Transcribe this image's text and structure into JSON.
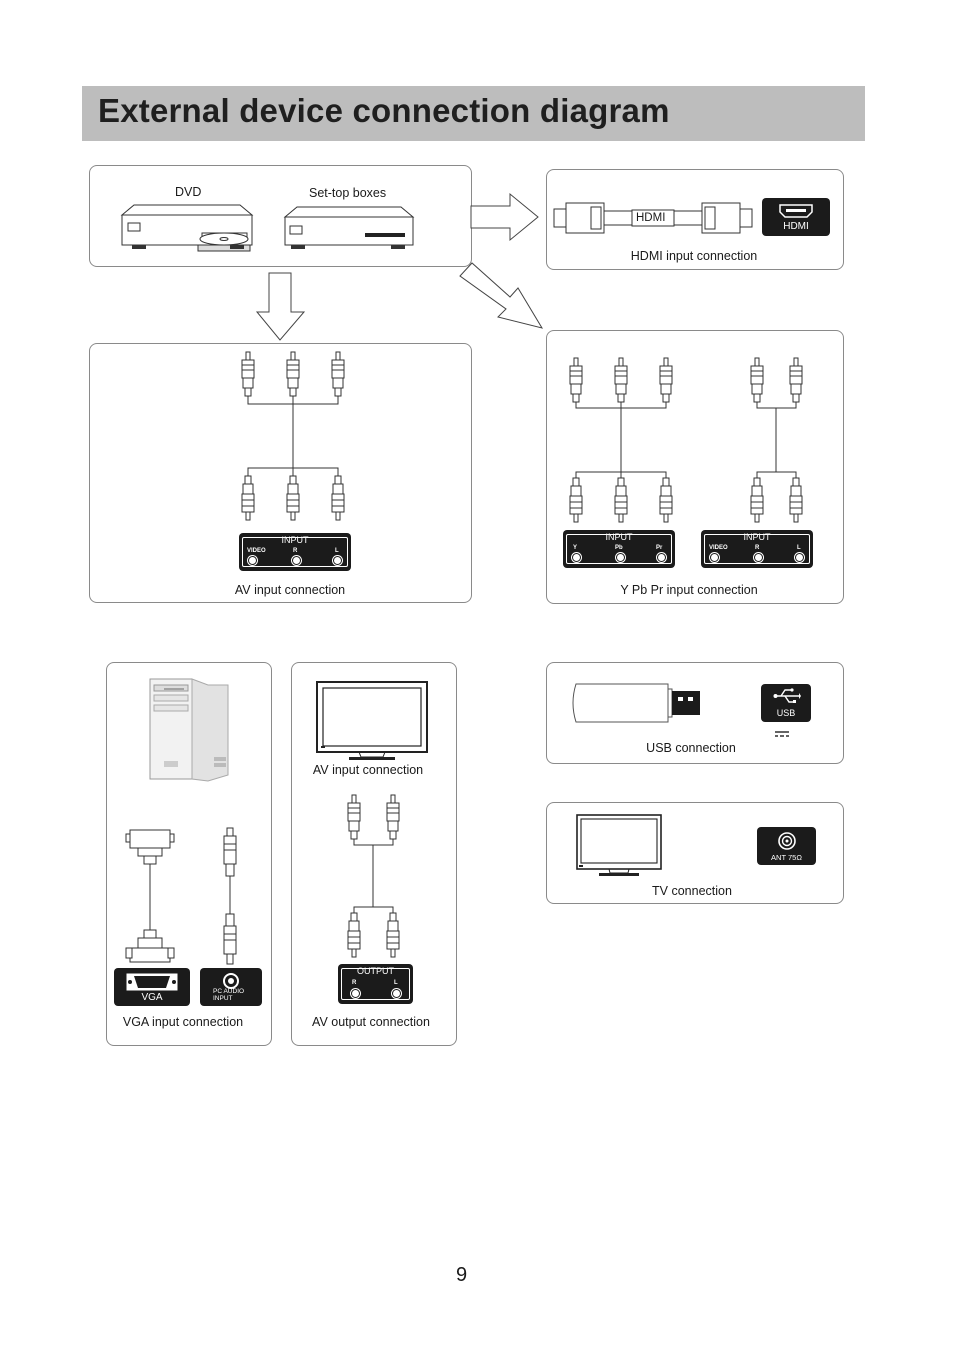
{
  "header": {
    "title": "External device connection diagram"
  },
  "devices": {
    "dvd_label": "DVD",
    "settop_label": "Set-top boxes"
  },
  "hdmi": {
    "cable_label": "HDMI",
    "port_label": "HDMI",
    "caption": "HDMI input connection"
  },
  "av_input": {
    "panel_title": "INPUT",
    "jacks": [
      "VIDEO",
      "R",
      "L"
    ],
    "caption": "AV input connection"
  },
  "ypbpr": {
    "panel1_title": "INPUT",
    "panel1_jacks": [
      "Y",
      "Pb",
      "Pr"
    ],
    "panel2_title": "INPUT",
    "panel2_jacks": [
      "VIDEO",
      "R",
      "L"
    ],
    "caption": "Y Pb Pr input connection"
  },
  "vga": {
    "port_label": "VGA",
    "audio_label_1": "PC AUDIO",
    "audio_label_2": "INPUT",
    "caption": "VGA input connection"
  },
  "av_output": {
    "top_caption": "AV input connection",
    "panel_title": "OUTPUT",
    "jacks": [
      "R",
      "L"
    ],
    "caption": "AV output connection"
  },
  "usb": {
    "port_label": "USB",
    "caption": "USB connection"
  },
  "tv": {
    "port_label": "ANT 75Ω",
    "caption": "TV connection"
  },
  "footer": {
    "page_number": "9"
  }
}
